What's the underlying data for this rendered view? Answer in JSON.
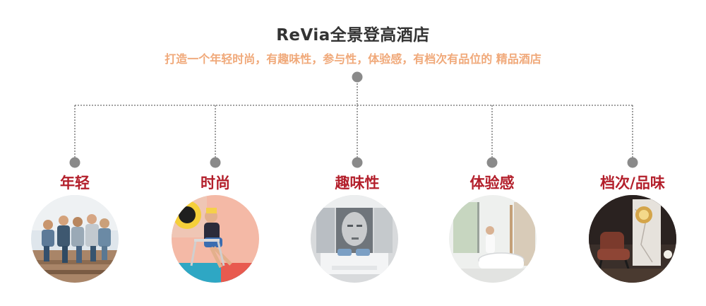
{
  "header": {
    "title": "ReVia全景登高酒店",
    "subtitle": "打造一个年轻时尚，有趣味性，参与性，体验感，有档次有品位的 精品酒店"
  },
  "colors": {
    "title": "#333333",
    "subtitle": "#f0a97a",
    "node_label": "#b31f2b",
    "connector": "#6b6b6b",
    "node_dot": "#8a8a8a"
  },
  "nodes": [
    {
      "label": "年轻",
      "image": "young-people-group-photo"
    },
    {
      "label": "时尚",
      "image": "fashion-woman-chair-photo"
    },
    {
      "label": "趣味性",
      "image": "hotel-room-face-mural-photo"
    },
    {
      "label": "体验感",
      "image": "bathroom-bathtub-photo"
    },
    {
      "label": "档次/品味",
      "image": "lounge-armchair-photo"
    }
  ]
}
